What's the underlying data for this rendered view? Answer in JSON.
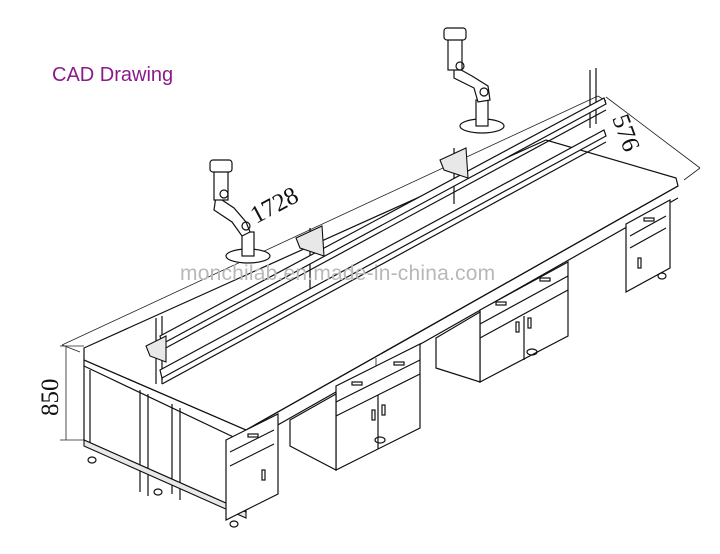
{
  "title": "CAD  Drawing",
  "watermark": "monchilab.en.made-in-china.com",
  "dimensions": {
    "length": "1728",
    "depth": "576",
    "height": "850"
  },
  "colors": {
    "title": "#8b1a8b",
    "watermark": "#b8b8b8",
    "lines": "#111111"
  },
  "icons": [
    "fume-extraction-arm-icon",
    "fume-extraction-arm-icon"
  ]
}
